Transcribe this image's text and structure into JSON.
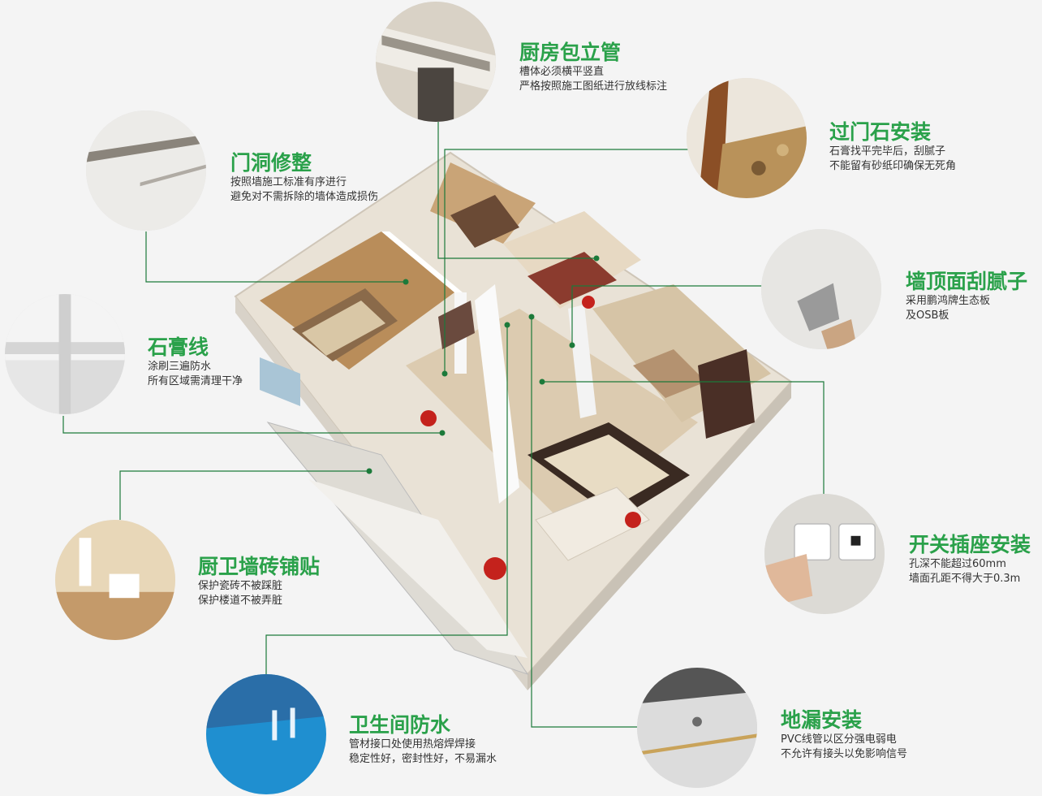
{
  "colors": {
    "accent_green": "#2aa14a",
    "leader_green": "#1c7a3a",
    "text_dark": "#333333",
    "background": "#f4f4f4"
  },
  "items": [
    {
      "id": "kitchen-pipe",
      "title": "厨房包立管",
      "lines": [
        "槽体必须横平竖直",
        "严格按照施工图纸进行放线标注"
      ],
      "icon": "kitchen-pipe-photo"
    },
    {
      "id": "door-hole",
      "title": "门洞修整",
      "lines": [
        "按照墙施工标准有序进行",
        "避免对不需拆除的墙体造成损伤"
      ],
      "icon": "door-hole-photo"
    },
    {
      "id": "threshold-stone",
      "title": "过门石安装",
      "lines": [
        "石膏找平完毕后，刮腻子",
        "不能留有砂纸印确保无死角"
      ],
      "icon": "threshold-stone-photo"
    },
    {
      "id": "ceiling-putty",
      "title": "墙顶面刮腻子",
      "lines": [
        "采用鹏鸿牌生态板",
        "及OSB板"
      ],
      "icon": "ceiling-putty-photo"
    },
    {
      "id": "plaster-line",
      "title": "石膏线",
      "lines": [
        "涂刷三遍防水",
        "所有区域需清理干净"
      ],
      "icon": "plaster-line-photo"
    },
    {
      "id": "tile-laying",
      "title": "厨卫墙砖铺贴",
      "lines": [
        "保护瓷砖不被踩脏",
        "保护楼道不被弄脏"
      ],
      "icon": "tile-laying-photo"
    },
    {
      "id": "switch-socket",
      "title": "开关插座安装",
      "lines": [
        "孔深不能超过60mm",
        "墙面孔距不得大于0.3m"
      ],
      "icon": "switch-socket-photo"
    },
    {
      "id": "bathroom-waterproof",
      "title": "卫生间防水",
      "lines": [
        "管材接口处使用热熔焊焊接",
        "稳定性好，密封性好，不易漏水"
      ],
      "icon": "waterproof-photo"
    },
    {
      "id": "floor-drain",
      "title": "地漏安装",
      "lines": [
        "PVC线管以区分强电弱电",
        "不允许有接头以免影响信号"
      ],
      "icon": "floor-drain-photo"
    }
  ]
}
